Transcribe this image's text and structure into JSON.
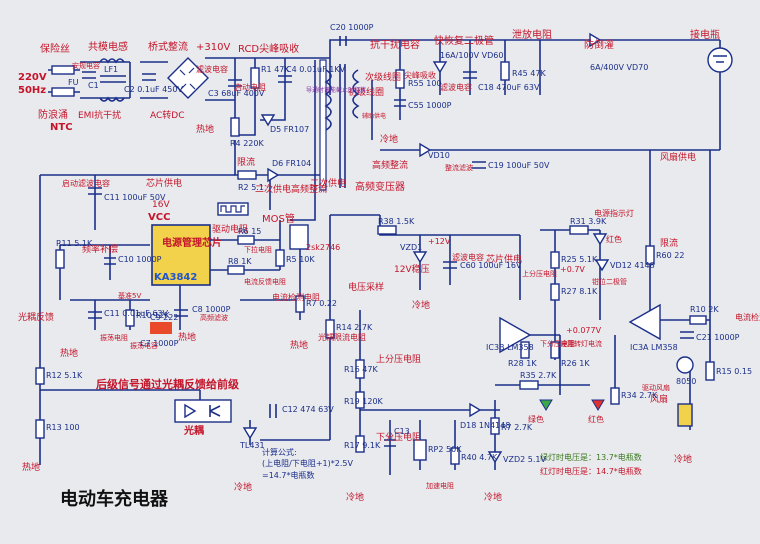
{
  "title": "电动车充电器",
  "input": {
    "v": "220V",
    "hz": "50Hz"
  },
  "headers": {
    "fuse": "保险丝",
    "cm_inductor": "共模电感",
    "bridge": "桥式整流",
    "v310": "+310V",
    "rcd": "RCD尖峰吸收",
    "anti_interf": "抗干扰电容",
    "fast_diode": "快恢复二极管",
    "bleed": "泄放电阻",
    "reverse": "防倒灌",
    "battery": "接电瓶",
    "inrush": "防浪涌",
    "ntc": "NTC",
    "emi": "EMI抗干扰",
    "acdc": "AC转DC",
    "safety_cap": "安规电容",
    "filter_cap": "滤波电容",
    "start_res": "启动电阻",
    "hot_ground": "热地",
    "conduction": "导通时蓄能截止时释放",
    "primary_coil": "初级线圈",
    "secondary_coil": "次级线圈",
    "peak_absorb": "尖峰吸收",
    "filter2": "滤波电容",
    "aux_supply": "辅助供电",
    "cold_ground": "冷地",
    "hf_rect": "高频整流",
    "rect_filter": "整流滤波",
    "fan_supply": "风扇供电",
    "hf_transformer": "高频变压器",
    "current_limit": "限流",
    "secondary_supply": "二次供电",
    "secondary_hf": "二次供电高频整流",
    "secondary": "二次供电",
    "chip_supply": "芯片供电",
    "vcc16": "16V",
    "vcc": "VCC",
    "start_filter": "启动滤波电容",
    "chip_label": "电源管理芯片",
    "chip_part": "KA3842",
    "vref": "基准5V",
    "freq_comp": "频率补偿",
    "drive_res": "驱动电阻",
    "mos": "MOS管",
    "mos_part": "2sk2746",
    "pulldown": "下拉电阻",
    "current_fb": "电流反馈电阻",
    "hf_filter": "高频滤波",
    "osc_res": "振荡电阻",
    "osc_cap": "振荡电容",
    "current_sense": "电流检测电阻",
    "opto_feedback": "光耦反馈",
    "opto_limit": "光耦限流电阻",
    "voltage_sample": "电压采样",
    "reg12": "12V稳压",
    "v12": "+12V",
    "chip_supply2": "芯片供电",
    "upper_div": "上分压电阻",
    "lower_div": "下分压电阻",
    "clamp": "钳位二极管",
    "led_indicator": "电源指示灯",
    "red": "红色",
    "green": "绿色",
    "red2": "红色",
    "limit": "限流",
    "fan": "风扇",
    "fan_drive": "驱动风扇",
    "cur_detect": "电流检测电阻",
    "v07": "+0.7V",
    "v0077": "+0.077V",
    "ic3b": "IC3B LM358",
    "ic3a": "IC3A LM358",
    "setpoint": "设置转灯电流",
    "feedback_note": "后级信号通过光耦反馈给前级",
    "opto": "光耦",
    "tl431": "TL431",
    "adj_res": "加速电阻",
    "formula_title": "计算公式:",
    "formula": "(上电阻/下电阻+1)*2.5V",
    "formula_res": "=14.7*电瓶数",
    "green_v": "绿灯时电压是：13.7*电瓶数",
    "red_v": "红灯时电压是：14.7*电瓶数",
    "n8050": "8050"
  },
  "parts": {
    "FU": "FU",
    "LF1": "LF1",
    "C1": "C1",
    "C2": "C2 0.1uF 450V",
    "C3": "C3 68uF 400V",
    "R1": "R1 47K",
    "C4": "C4 0.01uF 1KV",
    "D5": "D5 FR107",
    "R4": "R4 220K",
    "C20": "C20 1000P",
    "R55": "R55 100",
    "C55": "C55 1000P",
    "VD60": "16A/100V VD60",
    "C18": "C18 470uF 63V",
    "R45": "R45 47K",
    "VD70": "6A/400V VD70",
    "D6": "D6 FR104",
    "R2": "R2 5.1",
    "VD10": "VD10",
    "C19": "C19 100uF 50V",
    "C11": "C11 100uF 50V",
    "R11": "R11 5.1K",
    "C10": "C10 1000P",
    "R6": "R6 15",
    "R5": "R5 10K",
    "R8": "R8 1K",
    "R7": "R7 0.22",
    "C12": "C12 474 63V",
    "R12": "R12 5.1K",
    "R13": "R13 100",
    "C11b": "C11 0.01uF 63V",
    "R10": "R10 12K",
    "C9": "C9 222",
    "C7": "C7 1000P",
    "C8": "C8 1000P",
    "R38": "R38 1.5K",
    "VZD1": "VZD1",
    "C60": "C60 100uF 16V",
    "R14": "R14 2.7K",
    "R16": "R16 47K",
    "R19": "R19 120K",
    "R17": "R17 9.1K",
    "C13": "C13",
    "RP2": "RP2 50K",
    "R40": "R40 4.7K",
    "D18": "D18 1N4148",
    "R7b": "R7 2.7K",
    "VZD2": "VZD2 5.1V",
    "R31": "R31 3.9K",
    "R25": "R25 5.1K",
    "VD12": "VD12 4148",
    "R27": "R27 8.1K",
    "R60": "R60 22",
    "R10b": "R10 2K",
    "C21": "C21 1000P",
    "R35": "R35 2.7K",
    "R34": "R34 2.7K",
    "R15": "R15 0.15",
    "R28": "R28 1K",
    "R26": "R26 1K"
  }
}
